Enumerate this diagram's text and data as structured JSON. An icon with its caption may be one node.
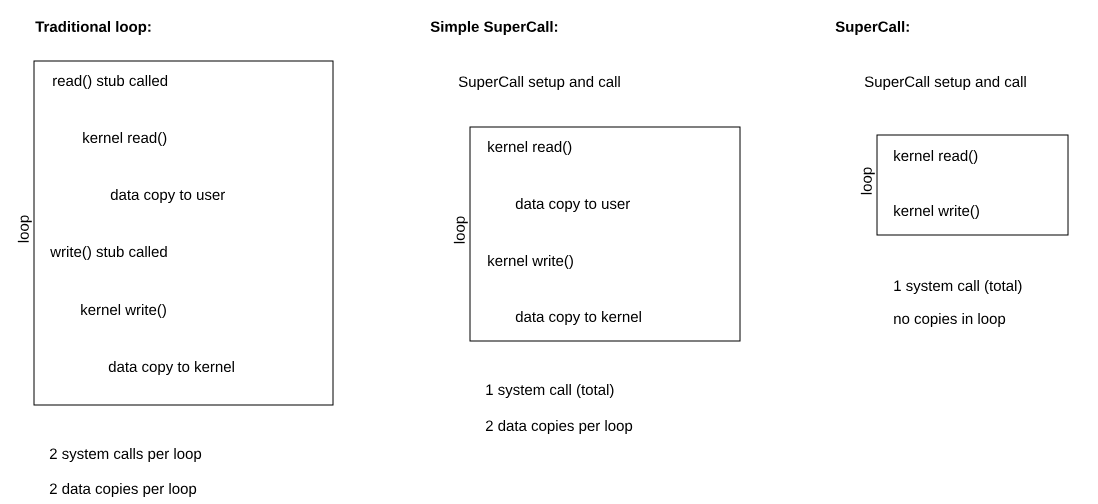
{
  "diagram": {
    "nodes": [
      {
        "text": [
          "read() stub called",
          "kernel read()",
          "data copy to user",
          "write() stub called",
          "kernel write()",
          "data copy to kernel"
        ],
        "beside": [
          "loop"
        ]
      },
      {
        "text": [
          "kernel read()",
          "data copy to user",
          "kernel write()",
          "data copy to kernel"
        ],
        "beside": [
          "loop"
        ]
      },
      {
        "text": [
          "kernel read()",
          "kernel write()"
        ],
        "beside": [
          "loop"
        ]
      }
    ],
    "labels": [
      "Traditional loop:",
      "Simple SuperCall:",
      "SuperCall:",
      "SuperCall setup and call",
      "SuperCall setup and call",
      "2 system calls per loop",
      "2 data copies per loop",
      "1 system call (total)",
      "2 data copies per loop",
      "1 system call  (total)",
      "no copies in loop"
    ]
  }
}
